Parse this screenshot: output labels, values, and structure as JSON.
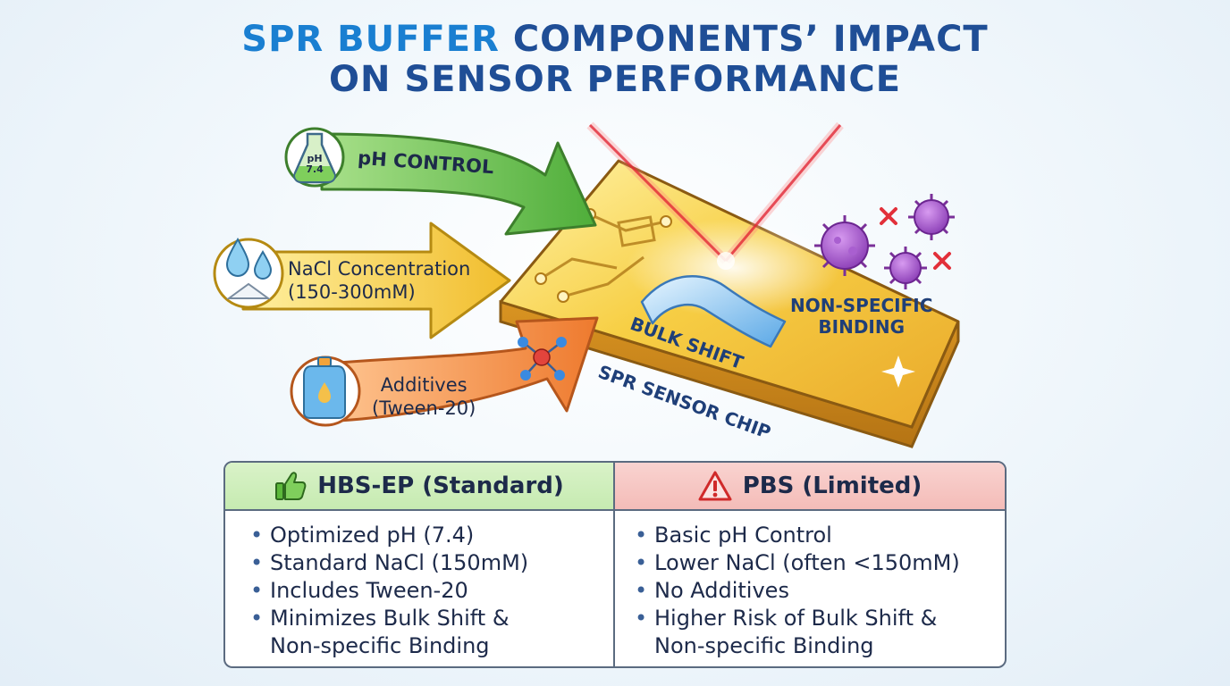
{
  "title": {
    "line1_accent": "SPR BUFFER",
    "line1_rest": "COMPONENTS’ IMPACT",
    "line2": "ON SENSOR PERFORMANCE"
  },
  "inputs": [
    {
      "label": "pH CONTROL",
      "icon": "flask-icon",
      "icon_text": [
        "pH",
        "7.4"
      ],
      "color": "#6cc24a"
    },
    {
      "label_lines": [
        "NaCl Concentration",
        "(150-300mM)"
      ],
      "icon": "water-drops-salt-icon",
      "color": "#f2c53d"
    },
    {
      "label_lines": [
        "Additives",
        "(Tween-20)"
      ],
      "icon": "detergent-bottle-icon",
      "color": "#f08a3c"
    }
  ],
  "chip": {
    "label": "SPR SENSOR CHIP",
    "bulk_shift_label": "BULK SHIFT",
    "nsb_label_lines": [
      "NON-SPECIFIC",
      "BINDING"
    ]
  },
  "comparison": {
    "left": {
      "heading": "HBS-EP (Standard)",
      "icon": "thumbs-up-icon",
      "color": "#c6ebb1",
      "items": [
        "Optimized pH (7.4)",
        "Standard NaCl (150mM)",
        "Includes Tween-20",
        "Minimizes Bulk Shift &",
        "Non-specific Binding"
      ]
    },
    "right": {
      "heading": "PBS (Limited)",
      "icon": "warning-icon",
      "color": "#f4bcb8",
      "items": [
        "Basic pH Control",
        "Lower NaCl (often <150mM)",
        "No Additives",
        "Higher Risk of Bulk Shift &",
        "Non-specific Binding"
      ]
    }
  }
}
